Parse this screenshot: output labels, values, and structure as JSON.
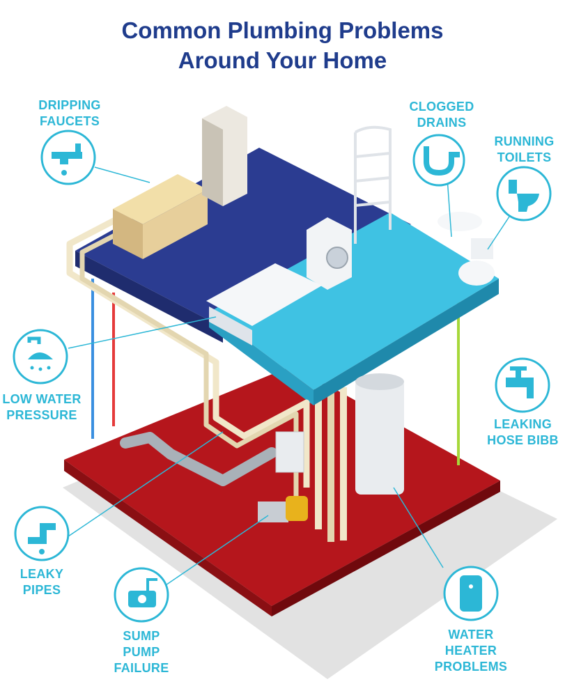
{
  "title": {
    "line1": "Common Plumbing Problems",
    "line2": "Around Your Home"
  },
  "colors": {
    "title": "#1f3c8c",
    "label": "#2cb7d6",
    "upper_floor_dark": "#2b3c91",
    "upper_floor_light": "#3fc2e3",
    "lower_floor": "#b5161c",
    "pipe": "#f1e7c9",
    "cold_line": "#3a8fe0",
    "hot_line": "#e53a3a",
    "hose_line": "#a6d83a"
  },
  "callouts": [
    {
      "id": "dripping-faucets",
      "line1": "DRIPPING",
      "line2": "FAUCETS",
      "icon": "faucet-icon"
    },
    {
      "id": "clogged-drains",
      "line1": "CLOGGED",
      "line2": "DRAINS",
      "icon": "drain-pipe-icon"
    },
    {
      "id": "running-toilets",
      "line1": "RUNNING",
      "line2": "TOILETS",
      "icon": "toilet-icon"
    },
    {
      "id": "low-water-pressure",
      "line1": "LOW WATER",
      "line2": "PRESSURE",
      "icon": "shower-head-icon"
    },
    {
      "id": "leaking-hose-bibb",
      "line1": "LEAKING",
      "line2": "HOSE BIBB",
      "icon": "spigot-icon"
    },
    {
      "id": "leaky-pipes",
      "line1": "LEAKY",
      "line2": "PIPES",
      "icon": "leaky-pipe-icon"
    },
    {
      "id": "sump-pump-failure",
      "line1": "SUMP",
      "line2": "PUMP",
      "line3": "FAILURE",
      "icon": "sump-pump-icon"
    },
    {
      "id": "water-heater-problems",
      "line1": "WATER",
      "line2": "HEATER",
      "line3": "PROBLEMS",
      "icon": "water-heater-icon"
    }
  ]
}
